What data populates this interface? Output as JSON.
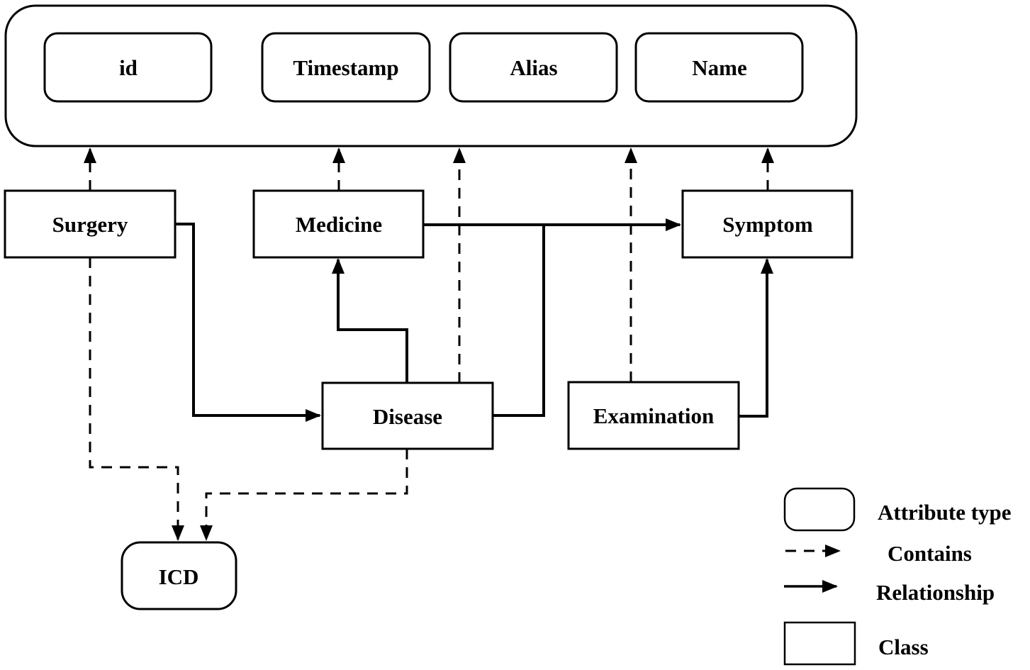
{
  "diagram_title": "",
  "colors": {
    "line": "#000000",
    "text": "#000000",
    "background": "#ffffff"
  },
  "attribute_panel": {
    "attributes": {
      "id": "id",
      "timestamp": "Timestamp",
      "alias": "Alias",
      "name": "Name"
    }
  },
  "classes": {
    "surgery": "Surgery",
    "medicine": "Medicine",
    "symptom": "Symptom",
    "disease": "Disease",
    "examination": "Examination"
  },
  "attribute_nodes": {
    "icd": "ICD"
  },
  "legend": {
    "attribute_type": "Attribute type",
    "contains": "Contains",
    "relationship": "Relationship",
    "class_type": "Class"
  },
  "edges": {
    "contains": [
      {
        "from": "Surgery",
        "to": "attribute-panel"
      },
      {
        "from": "Medicine",
        "to": "attribute-panel"
      },
      {
        "from": "Disease",
        "to": "attribute-panel"
      },
      {
        "from": "Examination",
        "to": "attribute-panel"
      },
      {
        "from": "Symptom",
        "to": "attribute-panel"
      },
      {
        "from": "Surgery",
        "to": "ICD"
      },
      {
        "from": "Disease",
        "to": "ICD"
      }
    ],
    "relationship": [
      {
        "from": "Medicine",
        "to": "Symptom"
      },
      {
        "from": "Disease",
        "to": "Symptom"
      },
      {
        "from": "Surgery",
        "to": "Disease"
      },
      {
        "from": "Disease",
        "to": "Medicine"
      },
      {
        "from": "Examination",
        "to": "Symptom"
      }
    ]
  }
}
